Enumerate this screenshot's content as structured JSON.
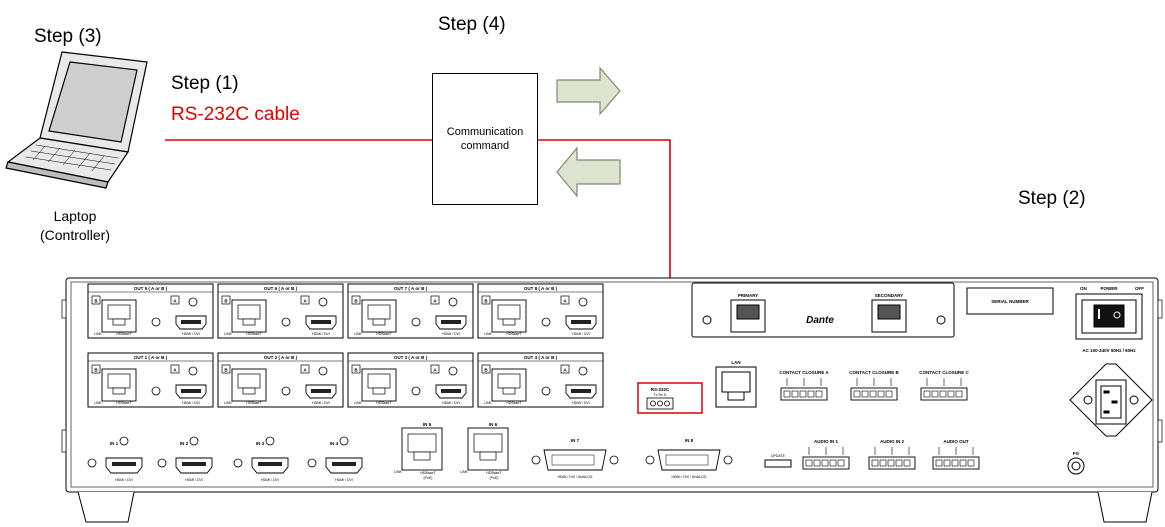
{
  "labels": {
    "step3": "Step (3)",
    "step4": "Step (4)",
    "step1": "Step (1)",
    "cable": "RS-232C cable",
    "step2": "Step (2)",
    "laptop_line1": "Laptop",
    "laptop_line2": "(Controller)",
    "comm_line1": "Communication",
    "comm_line2": "command"
  },
  "device": {
    "out_top": [
      "OUT 5 ( A or B )",
      "OUT 6 ( A or B )",
      "OUT 7 ( A or B )",
      "OUT 8 ( A or B )"
    ],
    "out_bottom": [
      "OUT 1 ( A or B )",
      "OUT 2 ( A or B )",
      "OUT 3 ( A or B )",
      "OUT 4 ( A or B )"
    ],
    "out_badge_b": "B",
    "out_badge_a": "A",
    "hdmi_label": "HDMI / DVI",
    "hdbaset_label": "HDBaseT",
    "link_label": "LINK",
    "inputs_hdmi": [
      "IN 1",
      "IN 2",
      "IN 3",
      "IN 4"
    ],
    "inputs_lan": [
      "IN 5",
      "IN 6"
    ],
    "inputs_dvi": [
      "IN 7",
      "IN 8"
    ],
    "dvi_label": "HDMI / DVI / ANALOG",
    "poe_label": "(PoE)",
    "primary": "PRIMARY",
    "secondary": "SECONDARY",
    "dante": "Dante",
    "serial": "SERIAL NUMBER",
    "power": "POWER",
    "on": "ON",
    "off": "OFF",
    "ac_input": "AC 100-240V 50Hz / 60Hz",
    "fg": "FG",
    "rs232c": "RS-232C",
    "rs_pins": "Tx  Rx  G",
    "lan": "LAN",
    "contact_a": "CONTACT CLOSURE A",
    "contact_b": "CONTACT CLOSURE B",
    "contact_c": "CONTACT CLOSURE C",
    "audio_in1": "AUDIO IN 1",
    "audio_in2": "AUDIO IN 2",
    "audio_out": "AUDIO OUT",
    "update": "UPDATE"
  },
  "colors": {
    "cable": "#e00000",
    "arrow_fill": "#dde4cf",
    "arrow_stroke": "#7f8c6d",
    "outline": "#000000"
  }
}
